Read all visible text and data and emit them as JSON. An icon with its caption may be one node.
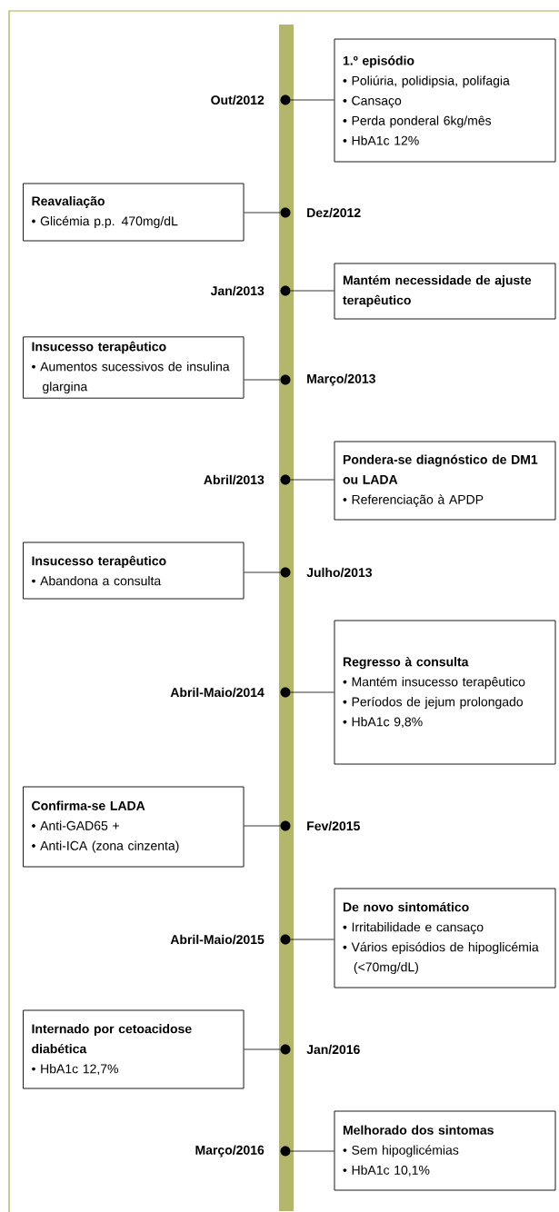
{
  "diagram": {
    "nodes": [
      {
        "text": [],
        "shape": "circle",
        "beside": [
          "Out/2012"
        ]
      },
      {
        "text": [
          "1.º episódio",
          "• Poliúria, polidipsia, polifagia",
          "• Cansaço",
          "• Perda ponderal 6kg/mês",
          "• HbA1c 12%"
        ]
      },
      {
        "text": [],
        "shape": "circle",
        "beside": [
          "Dez/2012"
        ]
      },
      {
        "text": [
          "Reavaliação",
          "• Glicémia p.p. 470mg/dL"
        ]
      },
      {
        "text": [],
        "shape": "circle",
        "beside": [
          "Jan/2013"
        ]
      },
      {
        "text": [
          "Mantém necessidade de ajuste terapêutico"
        ]
      },
      {
        "text": [],
        "shape": "circle",
        "beside": [
          "Março/2013"
        ]
      },
      {
        "text": [
          "Insucesso terapêutico",
          "• Aumentos sucessivos de insulina glargina"
        ]
      },
      {
        "text": [],
        "shape": "circle",
        "beside": [
          "Abril/2013"
        ]
      },
      {
        "text": [
          "Pondera-se diagnóstico de DM1 ou LADA",
          "• Referenciação à APDP"
        ]
      },
      {
        "text": [],
        "shape": "circle",
        "beside": [
          "Julho/2013"
        ]
      },
      {
        "text": [
          "Insucesso terapêutico",
          "• Abandona a consulta"
        ]
      },
      {
        "text": [],
        "shape": "circle",
        "beside": [
          "Abril-Maio/2014"
        ]
      },
      {
        "text": [
          "Regresso à consulta",
          "• Mantém insucesso terapêutico",
          "• Períodos de jejum prolongado",
          "• HbA1c 9,8%"
        ]
      },
      {
        "text": [],
        "shape": "circle",
        "beside": [
          "Fev/2015"
        ]
      },
      {
        "text": [
          "Confirma-se LADA",
          "• Anti-GAD65 +",
          "• Anti-ICA (zona cinzenta)"
        ]
      },
      {
        "text": [],
        "shape": "circle",
        "beside": [
          "Abril-Maio/2015"
        ]
      },
      {
        "text": [
          "De novo sintomático",
          "• Irritabilidade e cansaço",
          "• Vários episódios de hipoglicémia (<70mg/dL)"
        ]
      },
      {
        "text": [],
        "shape": "circle",
        "beside": [
          "Jan/2016"
        ]
      },
      {
        "text": [
          "Internado por cetoacidose diabética",
          "• HbA1c 12,7%"
        ]
      },
      {
        "text": [],
        "shape": "circle",
        "beside": [
          "Março/2016"
        ]
      },
      {
        "text": [
          "Melhorado dos sintomas",
          "• Sem hipoglicémias",
          "• HbA1c 10,1%"
        ]
      }
    ],
    "edges": [
      {
        "from": 0,
        "to": 1,
        "arrow": "none"
      },
      {
        "from": 2,
        "to": 3,
        "arrow": "none"
      },
      {
        "from": 4,
        "to": 5,
        "arrow": "none"
      },
      {
        "from": 6,
        "to": 7,
        "arrow": "none"
      },
      {
        "from": 8,
        "to": 9,
        "arrow": "none"
      },
      {
        "from": 10,
        "to": 11,
        "arrow": "none"
      },
      {
        "from": 12,
        "to": 13,
        "arrow": "none"
      },
      {
        "from": 14,
        "to": 15,
        "arrow": "none"
      },
      {
        "from": 16,
        "to": 17,
        "arrow": "none"
      },
      {
        "from": 18,
        "to": 19,
        "arrow": "none"
      },
      {
        "from": 20,
        "to": 21,
        "arrow": "none"
      }
    ]
  }
}
